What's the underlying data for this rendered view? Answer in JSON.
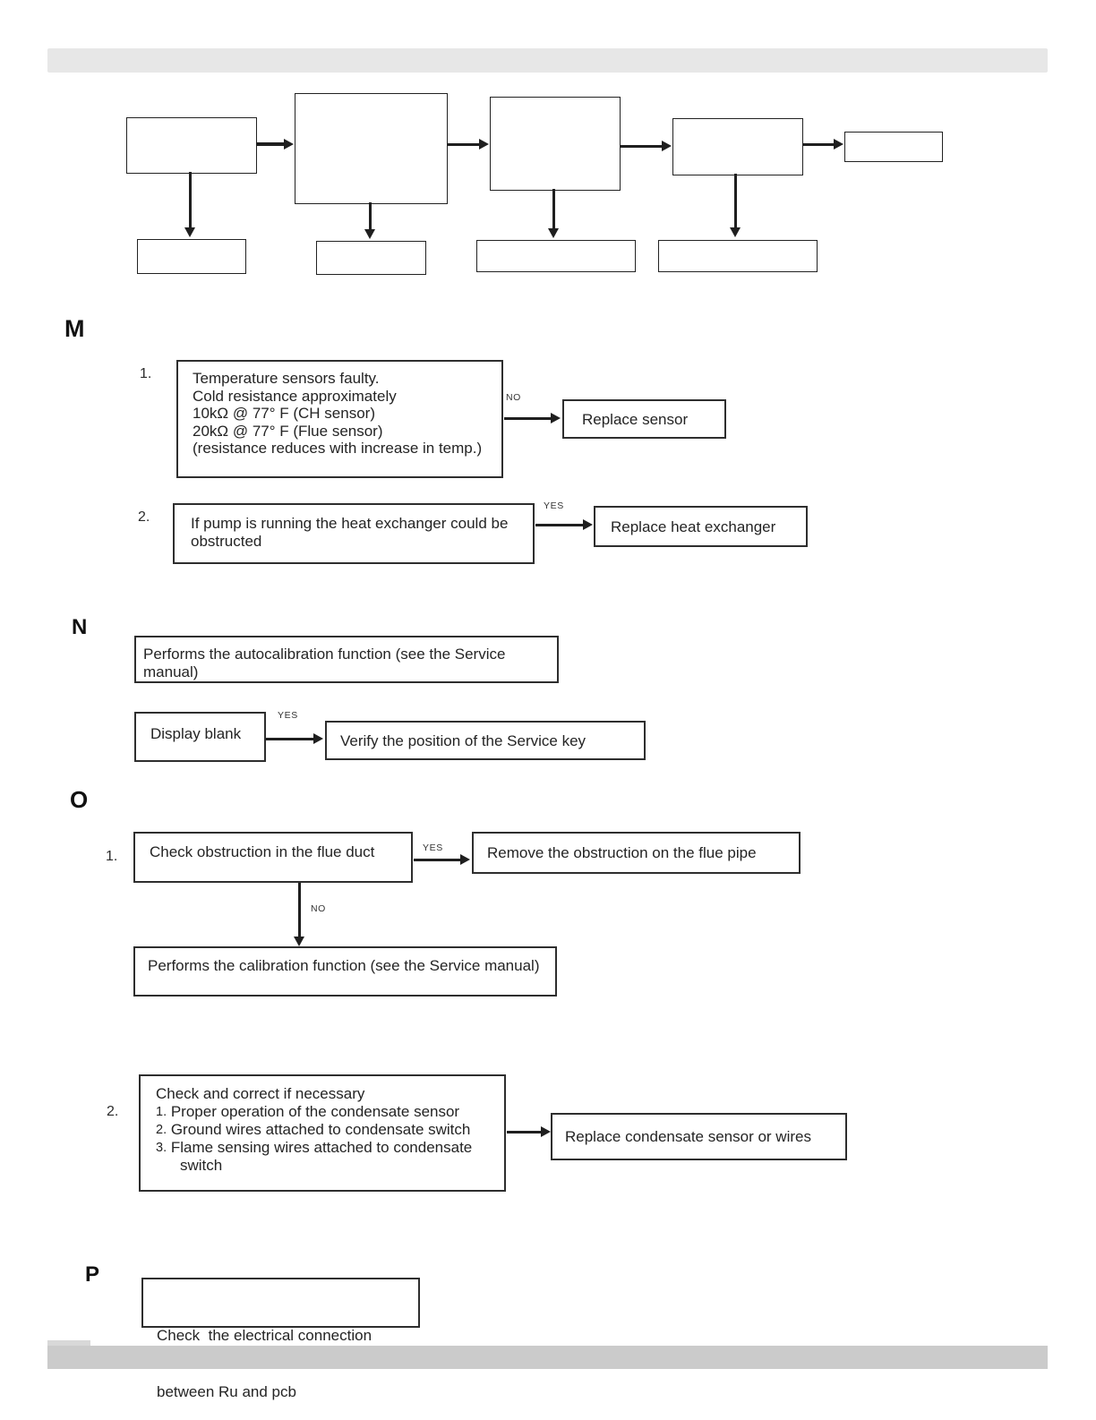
{
  "colors": {
    "top_bar": "#e7e7e7",
    "bottom_bar": "#cbcbcb",
    "line": "#1f1f1f",
    "text": "#242424"
  },
  "sections": {
    "m": {
      "label": "M",
      "item1": {
        "num": "1.",
        "lines": [
          "Temperature sensors faulty.",
          "Cold resistance approximately",
          "10kΩ @ 77° F (CH sensor)",
          "20kΩ @ 77° F (Flue sensor)",
          "(resistance reduces with increase in temp.)"
        ],
        "edge_label": "NO",
        "result": "Replace sensor"
      },
      "item2": {
        "num": "2.",
        "lines": [
          "If pump is running the heat exchanger could be",
          "obstructed"
        ],
        "edge_label": "YES",
        "result": "Replace heat exchanger"
      }
    },
    "n": {
      "label": "N",
      "box1": "Performs the autocalibration function (see the Service manual)",
      "box2": "Display blank",
      "edge_label": "YES",
      "box3": "Verify the position of the Service key"
    },
    "o": {
      "label": "O",
      "item1": {
        "num": "1.",
        "check": "Check obstruction in the flue duct",
        "yes_label": "YES",
        "yes_result": "Remove the obstruction on the flue pipe",
        "no_label": "NO",
        "no_result": "Performs the calibration function (see the Service manual)"
      },
      "item2": {
        "num": "2.",
        "intro": "Check and correct if necessary",
        "list": [
          {
            "n": "1.",
            "t": "Proper operation of the condensate sensor"
          },
          {
            "n": "2.",
            "t": "Ground wires attached to condensate switch"
          },
          {
            "n": "3.",
            "t": "Flame sensing wires attached to condensate"
          }
        ],
        "wrap": "switch",
        "result": "Replace condensate sensor or wires"
      }
    },
    "p": {
      "label": "P",
      "lines": [
        "Check  the electrical connection",
        "between Ru and pcb"
      ]
    }
  }
}
